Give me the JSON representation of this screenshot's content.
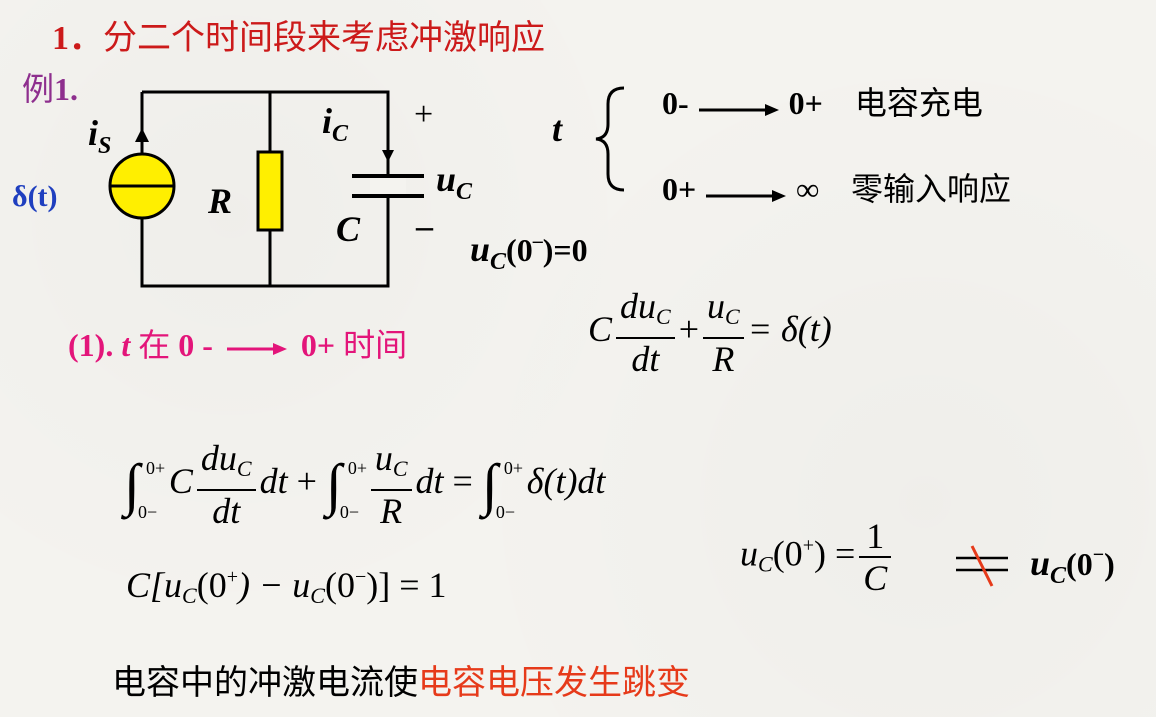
{
  "title": {
    "num": "1．",
    "text": "分二个时间段来考虑冲激响应"
  },
  "example": {
    "label": "例",
    "num": "1."
  },
  "circuit": {
    "source_label": "δ(t)",
    "is_main": "i",
    "is_sub": "S",
    "r_label": "R",
    "ic_main": "i",
    "ic_sub": "C",
    "plus": "+",
    "minus": "–",
    "uc_main": "u",
    "uc_sub": "C",
    "c_label": "C",
    "init_main": "u",
    "init_sub": "C",
    "init_rest": "(0",
    "init_sup": "–",
    "init_end": ")=0"
  },
  "time_brace": {
    "var": "t",
    "row1_from": "0-",
    "row1_to": "0+",
    "row1_text": "电容充电",
    "row2_from": "0+",
    "row2_to": "∞",
    "row2_text": "零输入响应"
  },
  "step1": {
    "prefix": "(1).",
    "var": "t",
    "cn1": "在",
    "from": "0 -",
    "to": "0+",
    "cn2": "时间"
  },
  "equations": {
    "ode_C": "C",
    "ode_num1": "du",
    "ode_num1_sub": "C",
    "ode_den1": "dt",
    "ode_num2": "u",
    "ode_num2_sub": "C",
    "ode_den2": "R",
    "ode_rhs": "= δ(t)",
    "plus": "+",
    "int_upper": "0+",
    "int_lower": "0−",
    "int_C": "C",
    "int_dt": "dt",
    "int_R": "R",
    "int_rhs": "δ(t)dt",
    "int_eq": "=",
    "jump": "C[u",
    "jump_sub": "C",
    "jump_mid1": "(0",
    "jump_sup1": "+",
    "jump_mid2": ") − u",
    "jump_sub2": "C",
    "jump_mid3": "(0",
    "jump_sup2": "−",
    "jump_end": ")] = 1",
    "res_u": "u",
    "res_sub": "C",
    "res_mid": "(0",
    "res_sup": "+",
    "res_end": ") =",
    "res_num": "1",
    "res_den": "C",
    "res2_u": "u",
    "res2_sub": "C",
    "res2_mid": "(0",
    "res2_sup": "−",
    "res2_end": ")"
  },
  "bottom": {
    "text": "电容中的冲激电流使",
    "highlight": "电容电压发生跳变"
  },
  "colors": {
    "title": "#cc1a1a",
    "example": "#8e2f8e",
    "delta": "#1f3fbf",
    "step": "#e3157a",
    "highlight": "#e63a1a",
    "source": "#ffef00",
    "resistor": "#ffef00",
    "slash": "#e63a1a"
  }
}
